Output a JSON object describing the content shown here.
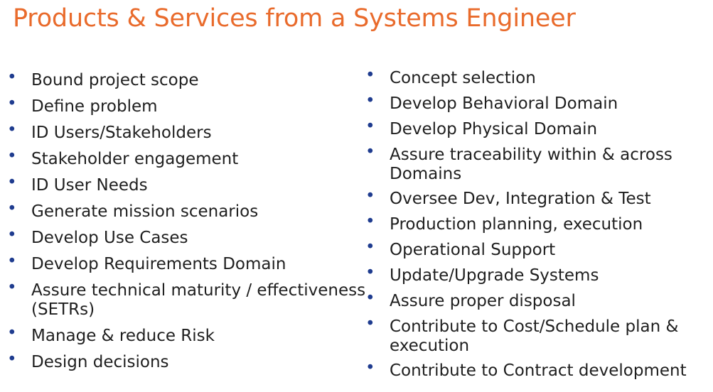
{
  "title": "Products & Services from a Systems Engineer",
  "left_items": [
    [
      "Bound project scope"
    ],
    [
      "Define problem"
    ],
    [
      "ID Users/Stakeholders"
    ],
    [
      "Stakeholder engagement"
    ],
    [
      "ID User Needs"
    ],
    [
      "Generate mission scenarios"
    ],
    [
      "Develop Use Cases"
    ],
    [
      "Develop Requirements Domain"
    ],
    [
      "Assure technical maturity / effectiveness",
      "(SETRs)"
    ],
    [
      "Manage & reduce Risk"
    ],
    [
      "Design decisions"
    ]
  ],
  "right_items": [
    [
      "Concept selection"
    ],
    [
      "Develop Behavioral Domain"
    ],
    [
      "Develop Physical Domain"
    ],
    [
      "Assure traceability within & across",
      "Domains"
    ],
    [
      "Oversee Dev, Integration  & Test"
    ],
    [
      "Production planning, execution"
    ],
    [
      "Operational Support"
    ],
    [
      "Update/Upgrade Systems"
    ],
    [
      "Assure proper disposal"
    ],
    [
      "Contribute to Cost/Schedule plan &",
      "execution"
    ],
    [
      "Contribute to Contract development"
    ]
  ],
  "bullet_char": "•",
  "colors": {
    "title": "#e96b2c",
    "bullet": "#1f3c8f",
    "text": "#1f1f1f"
  }
}
